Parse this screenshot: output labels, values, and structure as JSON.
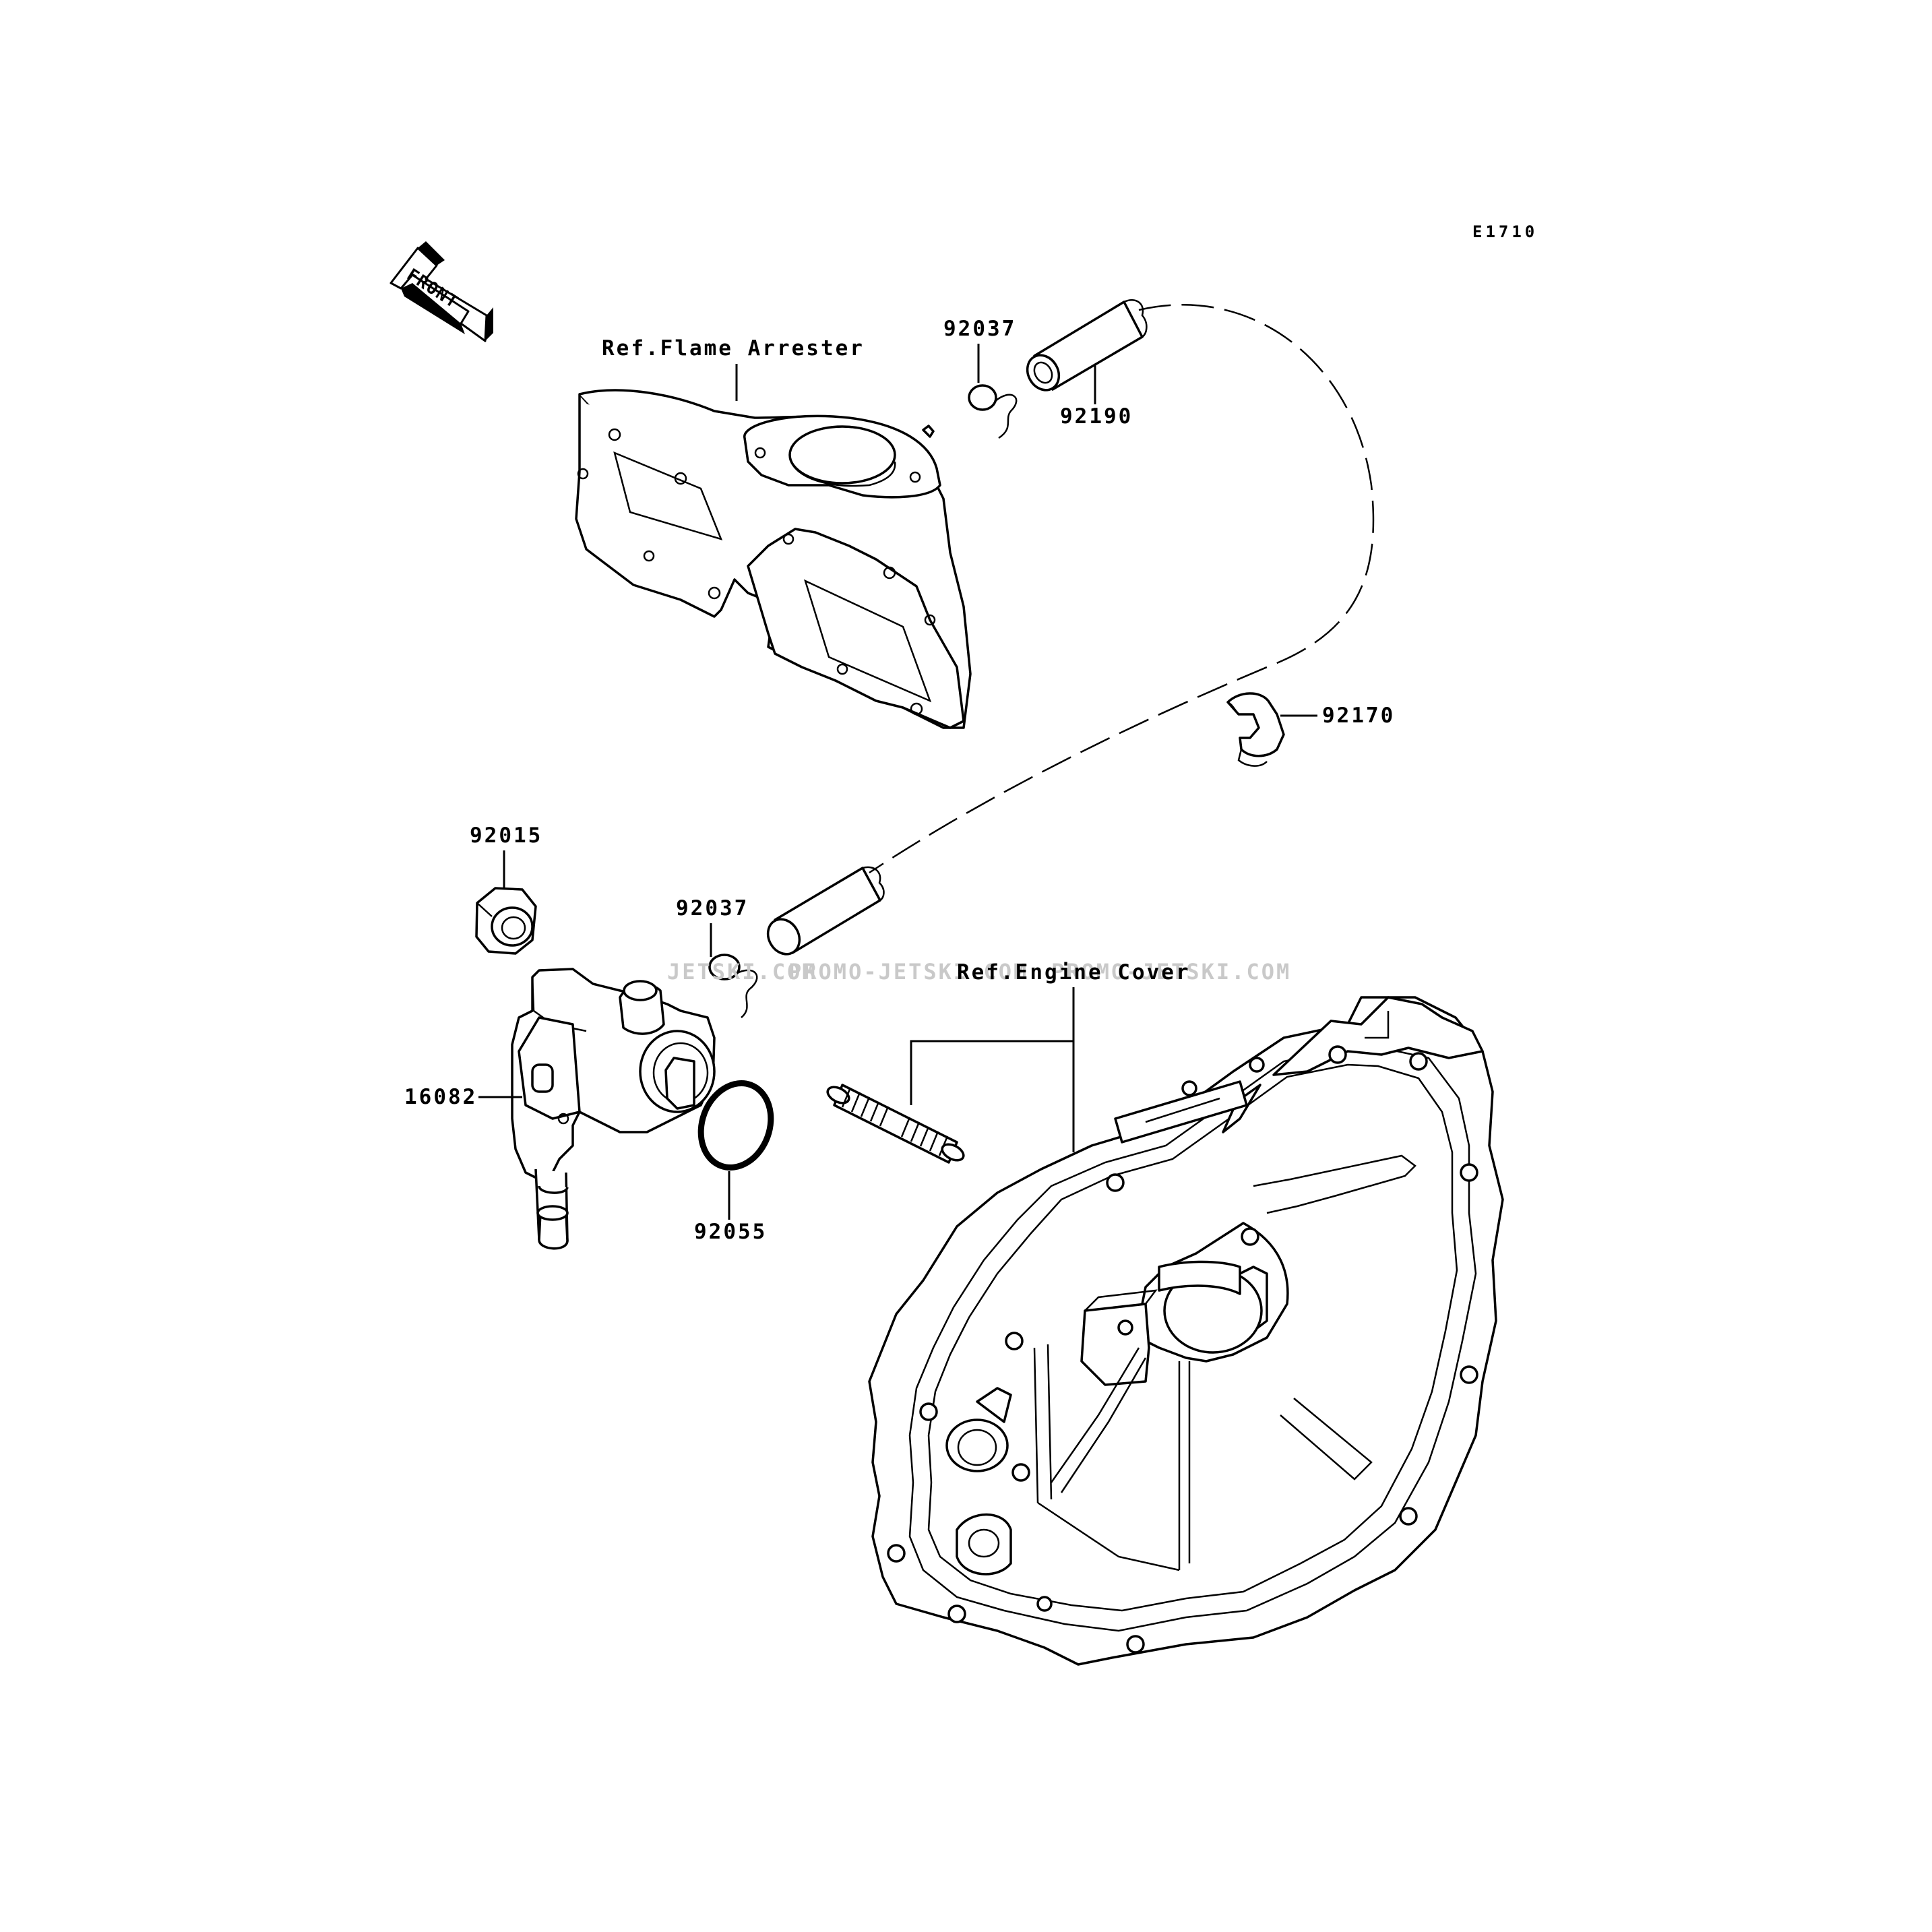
{
  "diagram_code": "E1710",
  "front_arrow_text": "FRONT",
  "watermark": {
    "left": "JETSKI.COM",
    "mid": "PROMO-JETSKI.COM",
    "right": "PROMO-JETSKI.COM"
  },
  "reference_labels": {
    "flame_arrester": "Ref.Flame Arrester",
    "engine_cover": "Ref.Engine Cover"
  },
  "part_numbers": {
    "clip_upper": "92037",
    "hose_upper": "92190",
    "clamp": "92170",
    "nut": "92015",
    "clip_lower": "92037",
    "cock": "16082",
    "o_ring": "92055"
  },
  "icons": {
    "front_arrow": "front-arrow-icon"
  }
}
